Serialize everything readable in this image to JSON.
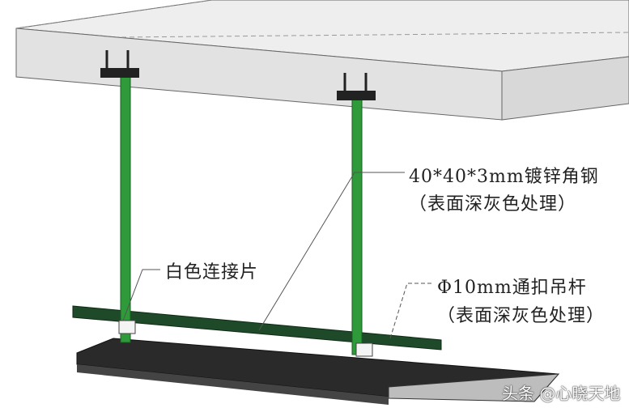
{
  "labels": {
    "angle_steel": "40*40*3mm镀锌角钢",
    "angle_steel_note": "（表面深灰色处理）",
    "connector": "白色连接片",
    "rod": "Φ10mm通扣吊杆",
    "rod_note": "（表面深灰色处理）"
  },
  "watermark": "头条 @心晓天地",
  "colors": {
    "rod": "#2e9a3a",
    "angle_steel": "#1f4a2a",
    "slab": "#e6e6e6",
    "grating": "#2a2a2a"
  }
}
